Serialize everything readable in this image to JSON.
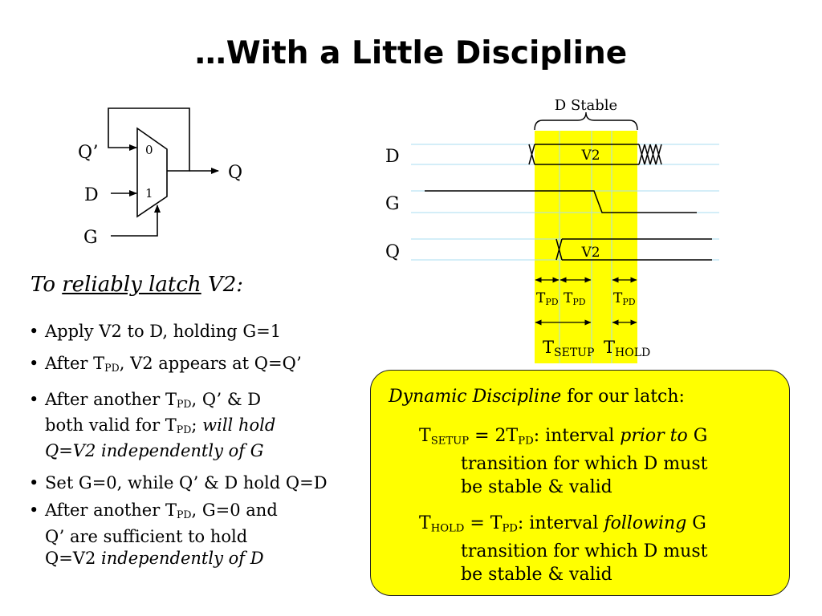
{
  "title": "…With a Little Discipline",
  "mux": {
    "input0_label": "Q’",
    "input1_label": "D",
    "select_label": "G",
    "output_label": "Q",
    "port0": "0",
    "port1": "1"
  },
  "timing": {
    "d_stable_label": "D Stable",
    "signals": [
      "D",
      "G",
      "Q"
    ],
    "d_value": "V2",
    "q_value": "V2",
    "tpd": "T",
    "tpd_sub": "PD",
    "tsetup": "T",
    "tsetup_sub": "SETUP",
    "thold": "T",
    "thold_sub": "HOLD",
    "stable_highlight_color": "#ffff00",
    "gridline_color": "#a8dcf0"
  },
  "left": {
    "heading_pre": "To ",
    "heading_u": "reliably latch",
    "heading_post": " V2:",
    "b1": "Apply V2 to D, holding G=1",
    "b2_a": "After T",
    "b2_sub": "PD",
    "b2_b": ", V2 appears at Q=Q’",
    "b3_a": "After another T",
    "b3_sub": "PD",
    "b3_b": ", Q’ & D",
    "b3_c": "both valid for T",
    "b3_sub2": "PD",
    "b3_d": "; ",
    "b3_i1": "will hold",
    "b3_i2": "Q=V2 independently of G",
    "b4": "Set G=0, while Q’ & D hold Q=D",
    "b5_a": "After another T",
    "b5_sub": "PD",
    "b5_b": ", G=0 and",
    "b5_c": "Q’ are sufficient to hold",
    "b5_d": "Q=V2 ",
    "b5_i": "independently of D"
  },
  "box": {
    "heading_i": "Dynamic Discipline",
    "heading_rest": "  for our latch:",
    "d1_a": "T",
    "d1_sub": "SETUP",
    "d1_b": " = 2T",
    "d1_sub2": "PD",
    "d1_c": ": interval ",
    "d1_i": "prior to",
    "d1_d": " G",
    "d1_cont1": "transition for which D must",
    "d1_cont2": "be stable & valid",
    "d2_a": "T",
    "d2_sub": "HOLD",
    "d2_b": " = T",
    "d2_sub2": "PD",
    "d2_c": ": interval ",
    "d2_i": "following",
    "d2_d": " G",
    "d2_cont1": "transition for which D must",
    "d2_cont2": "be stable & valid",
    "box_color": "#ffff00"
  }
}
